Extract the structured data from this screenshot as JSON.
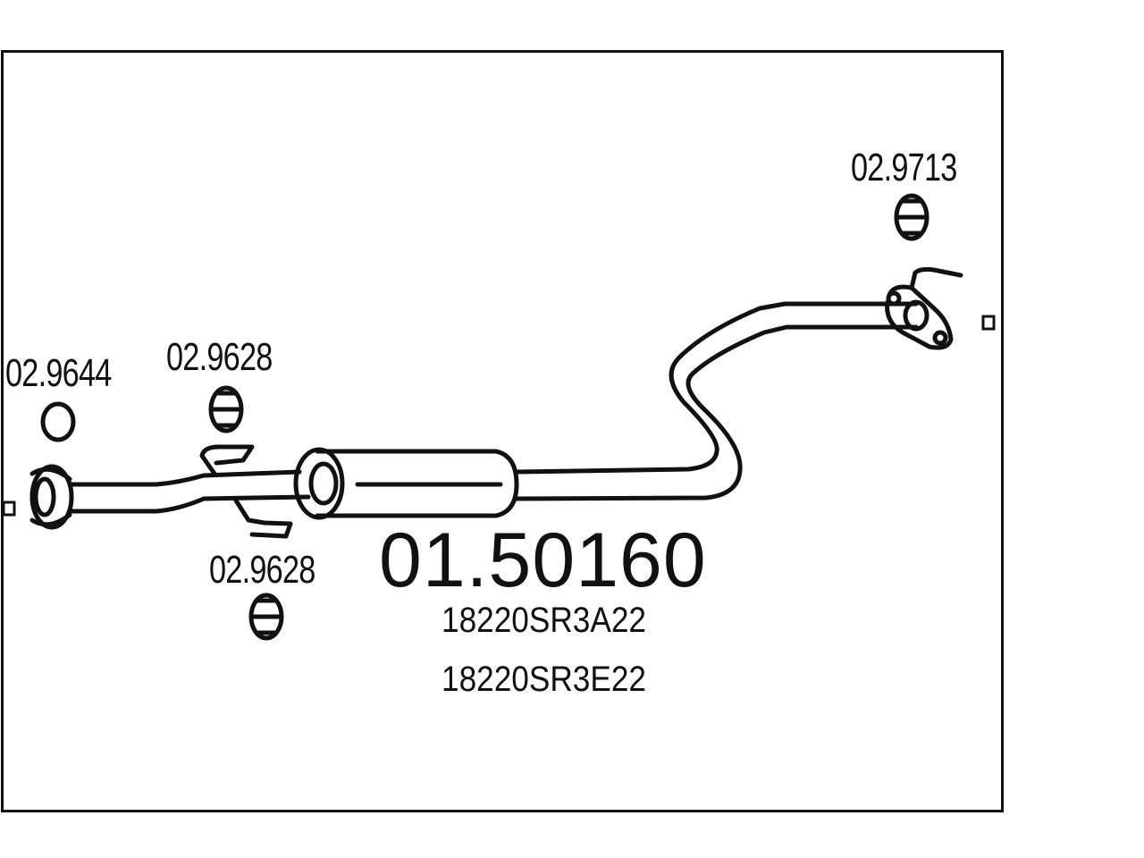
{
  "part_number": "01.50160",
  "oem_numbers": [
    "18220SR3A22",
    "18220SR3E22"
  ],
  "accessories": {
    "seal_ring": "02.9644",
    "hanger_left_top": "02.9628",
    "hanger_left_bottom": "02.9628",
    "hanger_right": "02.9713"
  },
  "colors": {
    "line": "#111111",
    "background": "#ffffff"
  }
}
